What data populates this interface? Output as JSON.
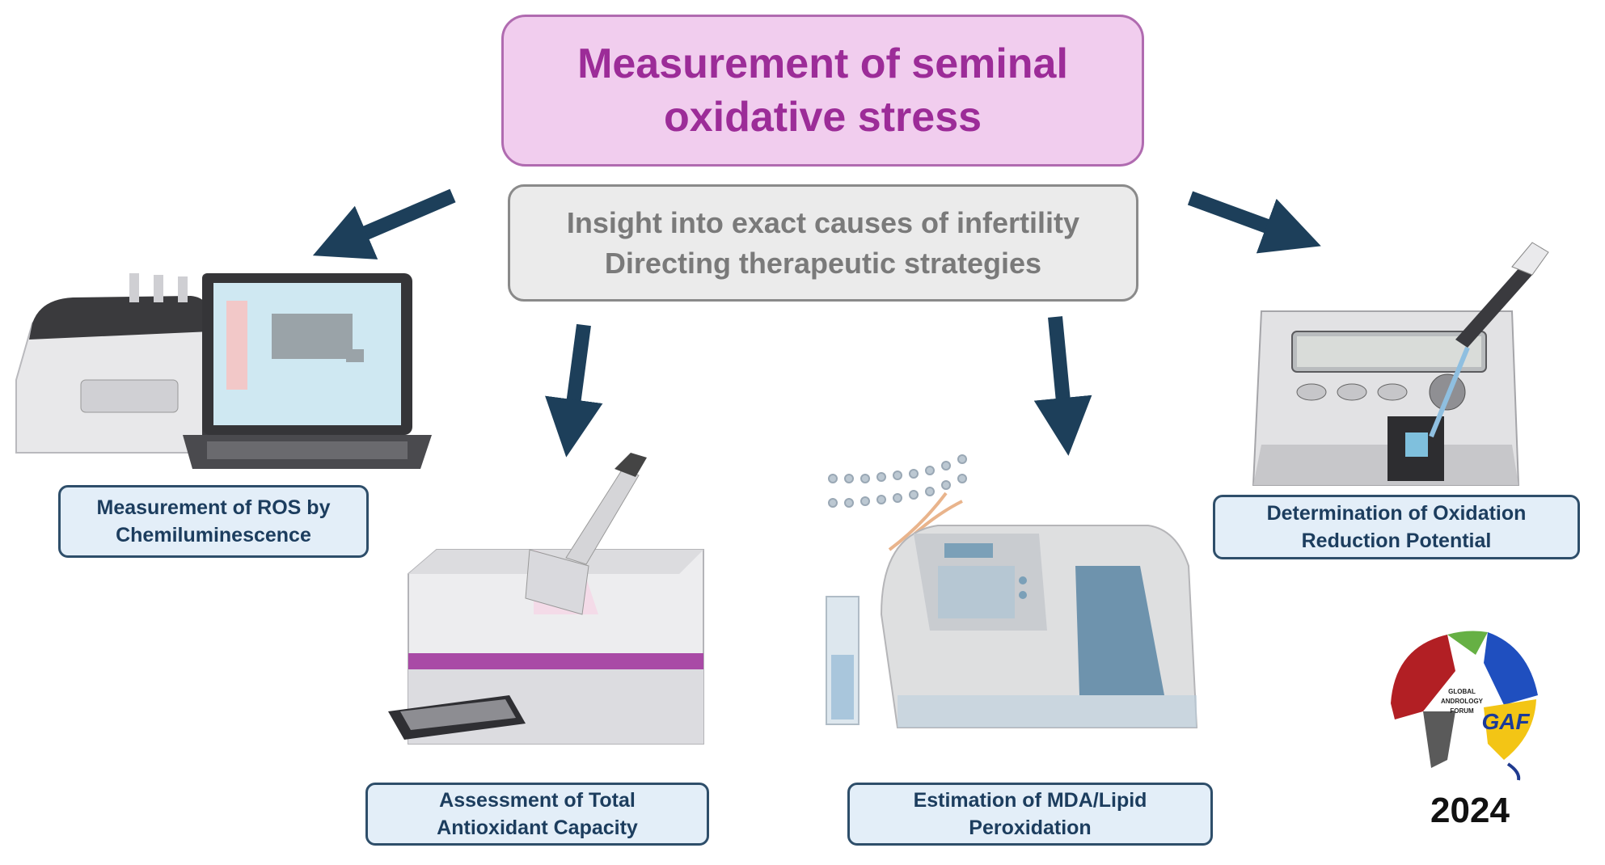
{
  "title": {
    "line1": "Measurement of seminal",
    "line2": "oxidative stress"
  },
  "subtitle": {
    "line1": "Insight into exact causes of infertility",
    "line2": "Directing therapeutic strategies"
  },
  "methods": [
    {
      "line1": "Measurement of ROS by",
      "line2": "Chemiluminescence"
    },
    {
      "line1": "Assessment of Total",
      "line2": "Antioxidant Capacity"
    },
    {
      "line1": "Estimation of MDA/Lipid",
      "line2": "Peroxidation"
    },
    {
      "line1": "Determination of Oxidation",
      "line2": "Reduction Potential"
    }
  ],
  "logo": {
    "text_lines": [
      "GLOBAL",
      "ANDROLOGY",
      "FORUM"
    ],
    "mark": "GAF",
    "year": "2024"
  },
  "colors": {
    "title_bg": "#f1cdee",
    "title_text": "#9c2c98",
    "subtitle_bg": "#ebebeb",
    "label_bg": "#e3eef8",
    "label_border": "#2e4e6a",
    "arrow": "#1d3f5a"
  },
  "icons": [
    "chemiluminometer-laptop-illustration",
    "microplate-reader-illustration",
    "spectrophotometer-illustration",
    "orp-meter-illustration",
    "globe-logo"
  ]
}
